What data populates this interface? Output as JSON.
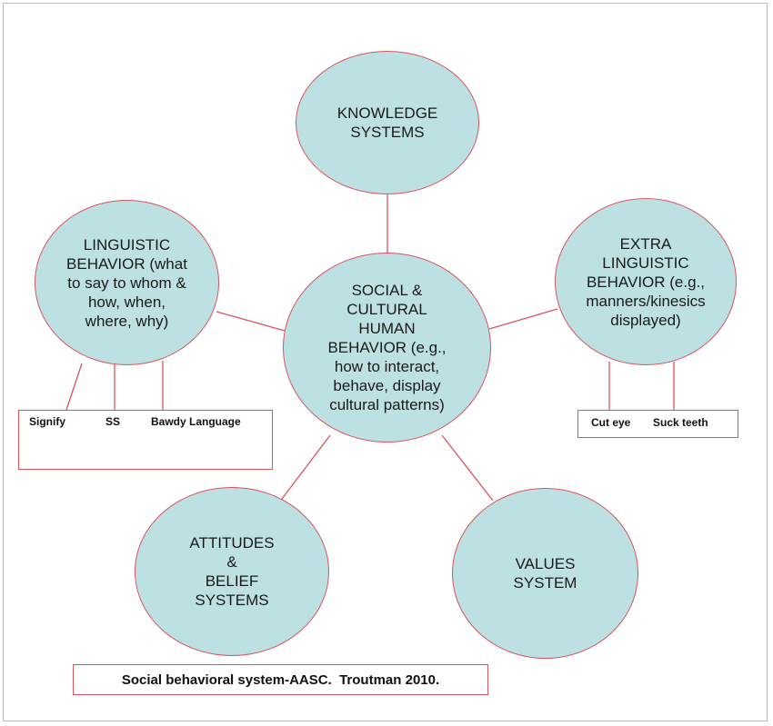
{
  "colors": {
    "node_fill": "#bde0e3",
    "stroke": "#d9545a",
    "frame": "#e8a7a7"
  },
  "nodes": {
    "center": "SOCIAL &\nCULTURAL\nHUMAN\nBEHAVIOR (e.g.,\nhow to interact,\nbehave, display\ncultural patterns)",
    "knowledge": "KNOWLEDGE\nSYSTEMS",
    "linguistic": "LINGUISTIC\nBEHAVIOR (what\nto say to whom &\nhow, when,\nwhere, why)",
    "extra": "EXTRA\nLINGUISTIC\nBEHAVIOR (e.g.,\nmanners/kinesics\ndisplayed)",
    "attitudes": "ATTITUDES\n&\nBELIEF\nSYSTEMS",
    "values": "VALUES\nSYSTEM"
  },
  "linguistic_examples": [
    "Signify",
    "SS",
    "Bawdy Language"
  ],
  "extra_examples": [
    "Cut eye",
    "Suck teeth"
  ],
  "caption": "Social behavioral system-AASC.  Troutman 2010."
}
